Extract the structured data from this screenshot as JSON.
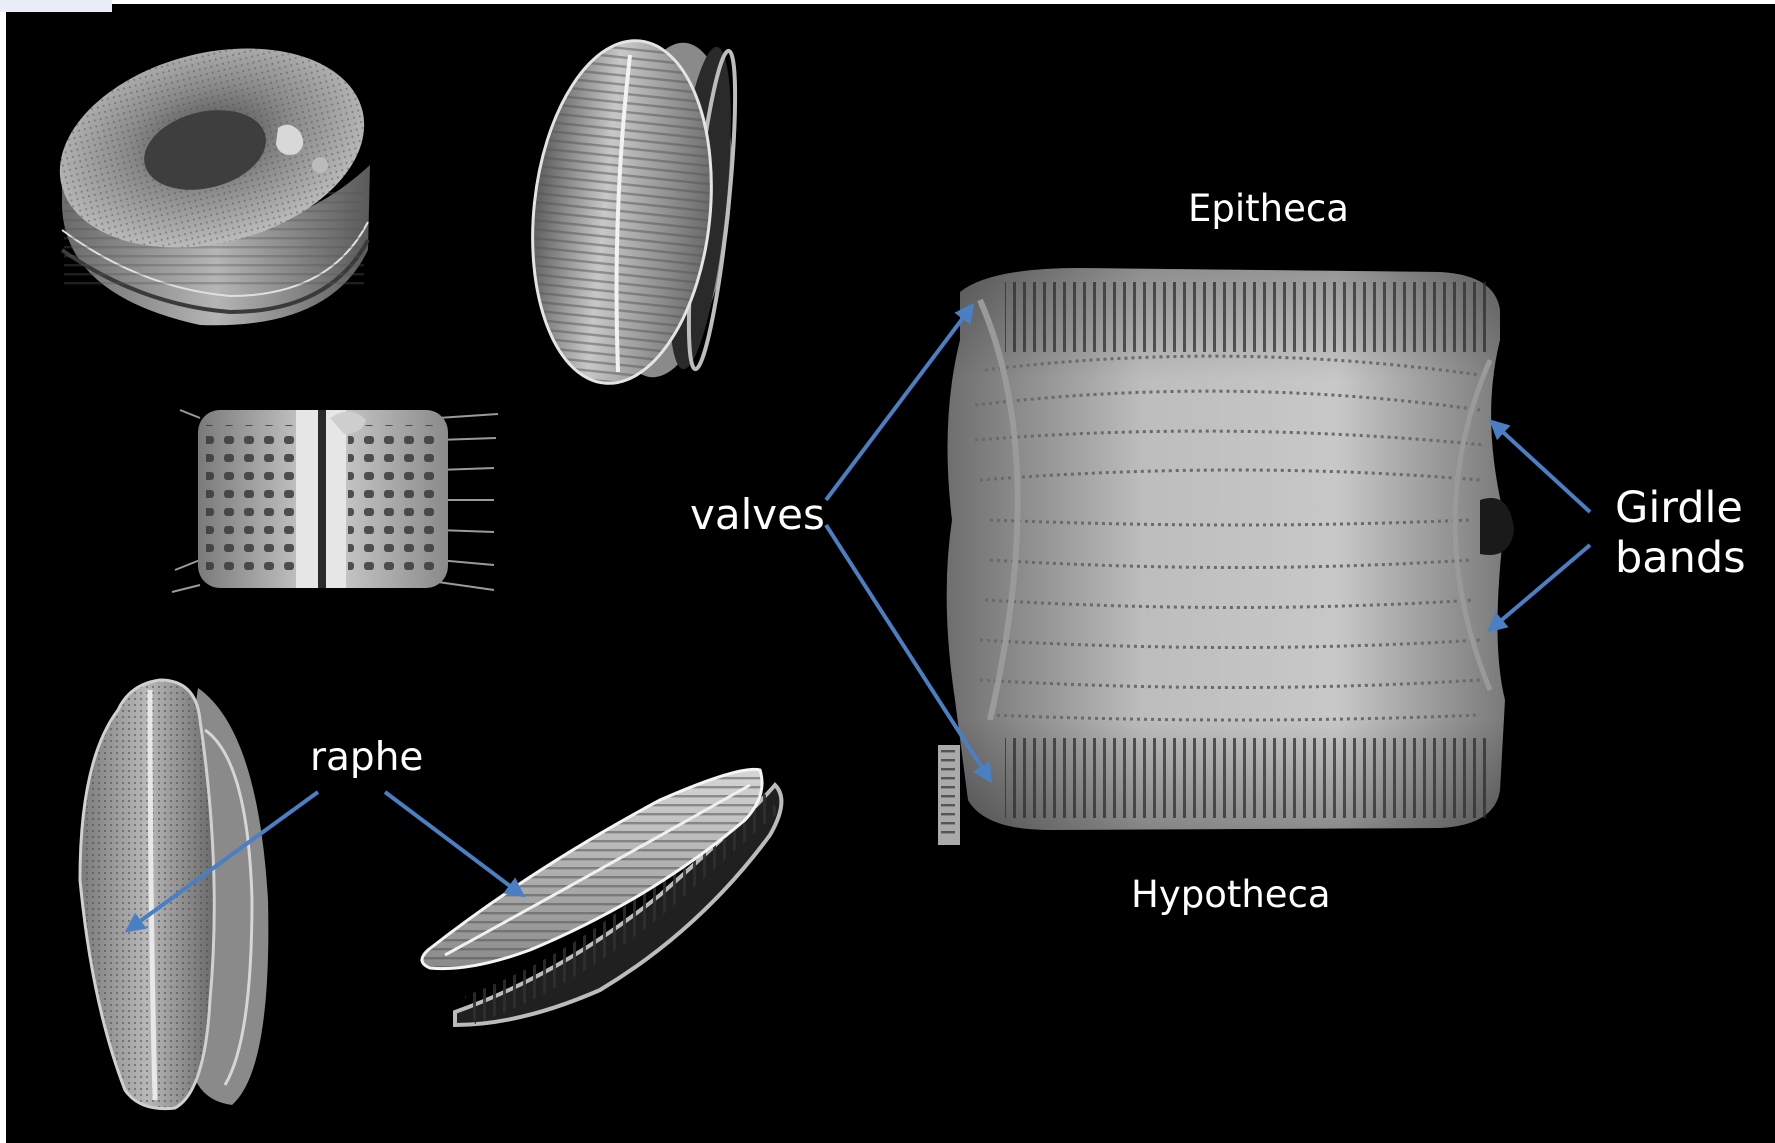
{
  "labels": {
    "epitheca": "Epitheca",
    "hypotheca": "Hypotheca",
    "valves": "valves",
    "raphe": "raphe",
    "girdle_line1": "Girdle",
    "girdle_line2": "bands"
  },
  "colors": {
    "background": "#000000",
    "arrow": "#4a7fc4",
    "label_text": "#ffffff"
  }
}
